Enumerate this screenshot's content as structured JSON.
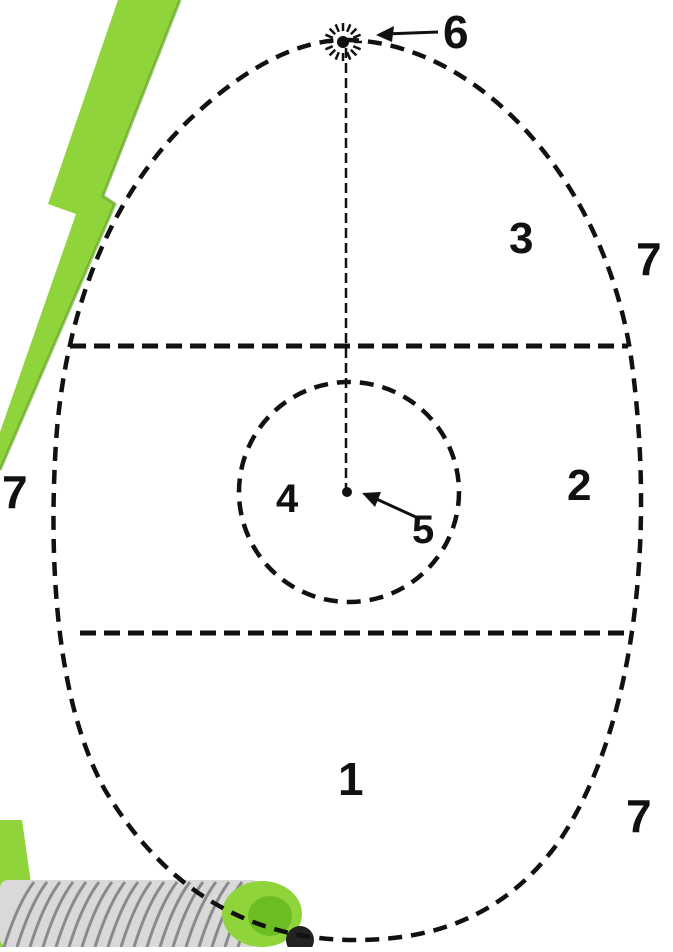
{
  "labels": {
    "region_1": "1",
    "region_2": "2",
    "region_3": "3",
    "region_4": "4",
    "pointer_5": "5",
    "pointer_6": "6",
    "outside_top_right": "7",
    "outside_left": "7",
    "outside_bottom_right": "7"
  },
  "colors": {
    "ink": "#111111",
    "accent_green": "#8ed43a",
    "accent_green_dark": "#5a9b1c",
    "coil_gray": "#9a9a9a",
    "background": "#ffffff"
  },
  "icons": {
    "lightning": "lightning-bolt-icon",
    "coil": "ribbed-coil-icon"
  }
}
